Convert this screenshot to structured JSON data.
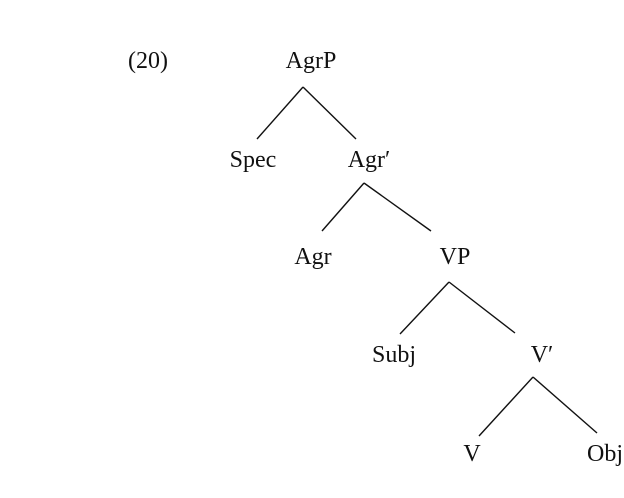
{
  "example_number": "(20)",
  "nodes": {
    "agrp": "AgrP",
    "spec": "Spec",
    "agr_bar": "Agr′",
    "agr": "Agr",
    "vp": "VP",
    "subj": "Subj",
    "v_bar": "V′",
    "v": "V",
    "obj": "Obj"
  },
  "edges": [
    [
      "AgrP",
      "Spec"
    ],
    [
      "AgrP",
      "Agr′"
    ],
    [
      "Agr′",
      "Agr"
    ],
    [
      "Agr′",
      "VP"
    ],
    [
      "VP",
      "Subj"
    ],
    [
      "VP",
      "V′"
    ],
    [
      "V′",
      "V"
    ],
    [
      "V′",
      "Obj"
    ]
  ]
}
